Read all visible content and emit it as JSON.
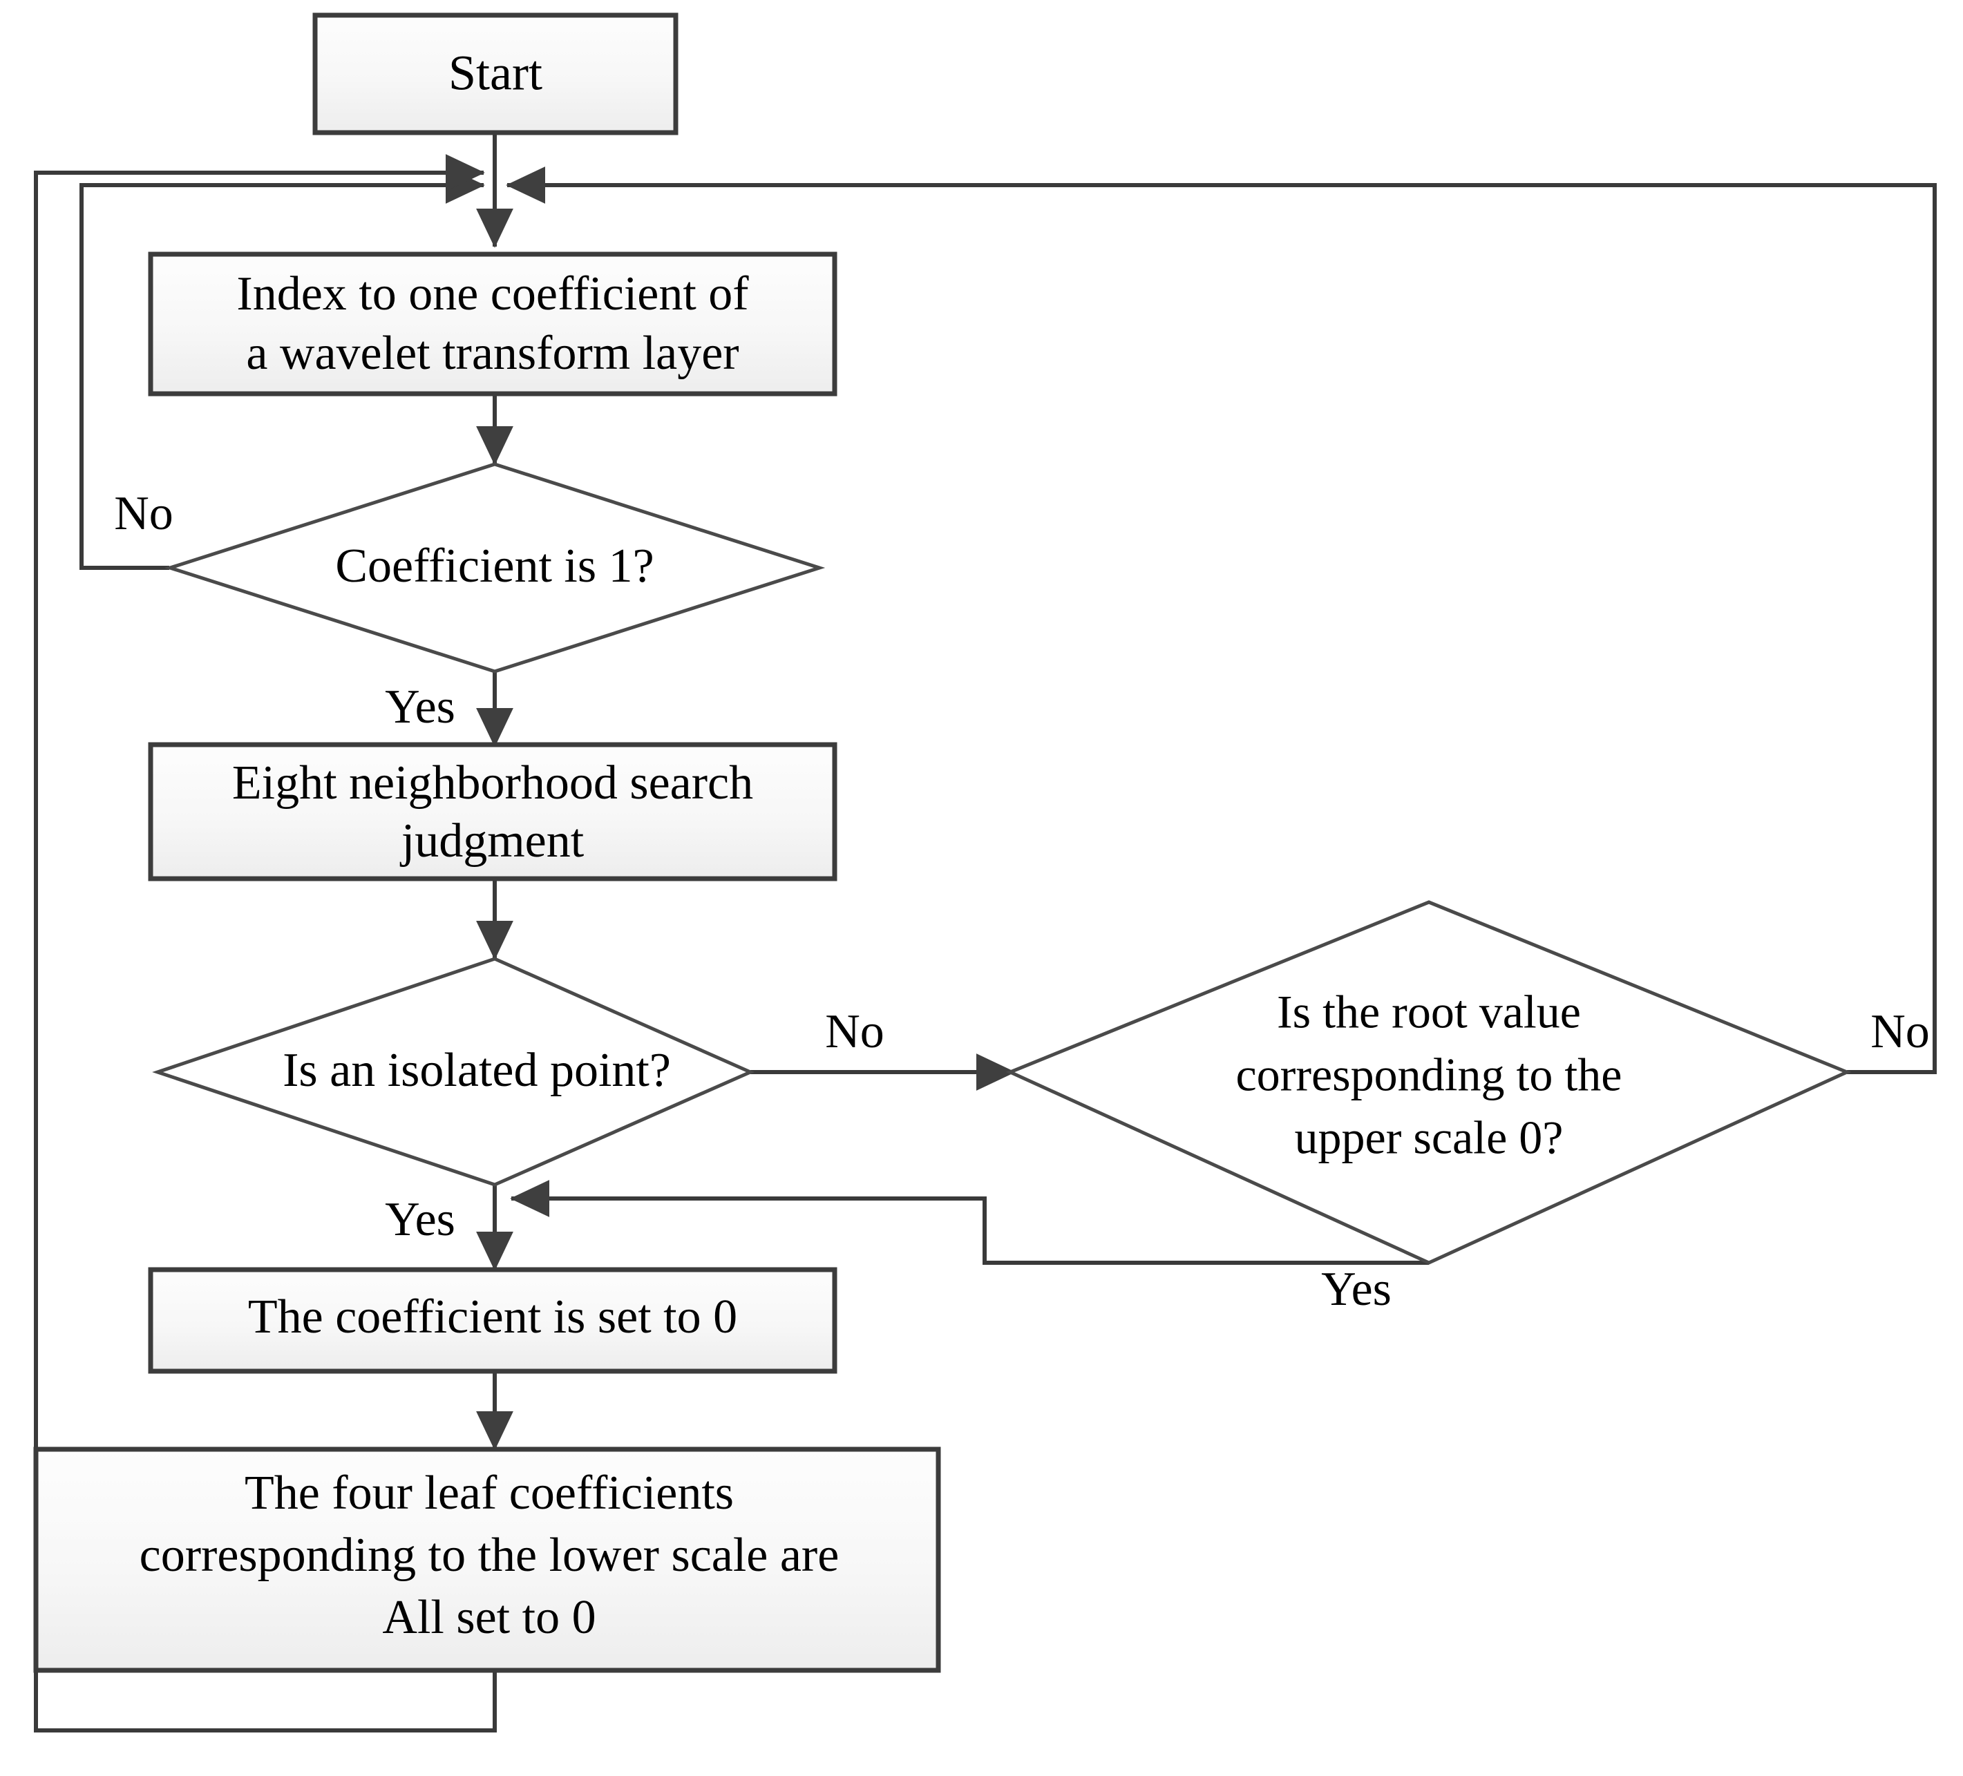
{
  "diagram": {
    "title": "Wavelet coefficient isolated-point elimination flowchart",
    "type": "flowchart",
    "colors": {
      "box_fill_top": "#fdfdfd",
      "box_fill_bottom": "#efefef",
      "box_stroke": "#3c3c3c",
      "diamond_fill": "#ffffff",
      "diamond_stroke": "#4a4a4a",
      "connector": "#3a3a3a",
      "text": "#000000",
      "background": "#ffffff"
    },
    "nodes": [
      {
        "id": "start",
        "shape": "process",
        "lines": [
          "Start"
        ]
      },
      {
        "id": "index",
        "shape": "process",
        "lines": [
          "Index to one coefficient of",
          "a wavelet transform layer"
        ]
      },
      {
        "id": "coef_is_1",
        "shape": "decision",
        "lines": [
          "Coefficient is 1?"
        ]
      },
      {
        "id": "eight_neighborhood",
        "shape": "process",
        "lines": [
          "Eight neighborhood search",
          "judgment"
        ]
      },
      {
        "id": "isolated_point",
        "shape": "decision",
        "lines": [
          "Is an isolated point?"
        ]
      },
      {
        "id": "root_value",
        "shape": "decision",
        "lines": [
          "Is the root value",
          "corresponding to the",
          "upper scale 0?"
        ]
      },
      {
        "id": "set_zero",
        "shape": "process",
        "lines": [
          "The coefficient is set to 0"
        ]
      },
      {
        "id": "four_leaf",
        "shape": "process",
        "lines": [
          "The four leaf coefficients",
          "corresponding to the lower scale are",
          "All set to 0"
        ]
      }
    ],
    "edge_labels": {
      "coef_no": "No",
      "coef_yes": "Yes",
      "isolated_no": "No",
      "isolated_yes": "Yes",
      "root_no": "No",
      "root_yes": "Yes"
    },
    "edges": [
      {
        "from": "start",
        "to": "index",
        "label": ""
      },
      {
        "from": "index",
        "to": "coef_is_1",
        "label": ""
      },
      {
        "from": "coef_is_1",
        "to": "index",
        "label": "No"
      },
      {
        "from": "coef_is_1",
        "to": "eight_neighborhood",
        "label": "Yes"
      },
      {
        "from": "eight_neighborhood",
        "to": "isolated_point",
        "label": ""
      },
      {
        "from": "isolated_point",
        "to": "root_value",
        "label": "No"
      },
      {
        "from": "isolated_point",
        "to": "set_zero",
        "label": "Yes"
      },
      {
        "from": "root_value",
        "to": "set_zero",
        "label": "Yes"
      },
      {
        "from": "root_value",
        "to": "index",
        "label": "No"
      },
      {
        "from": "set_zero",
        "to": "four_leaf",
        "label": ""
      },
      {
        "from": "four_leaf",
        "to": "index",
        "label": ""
      }
    ]
  }
}
